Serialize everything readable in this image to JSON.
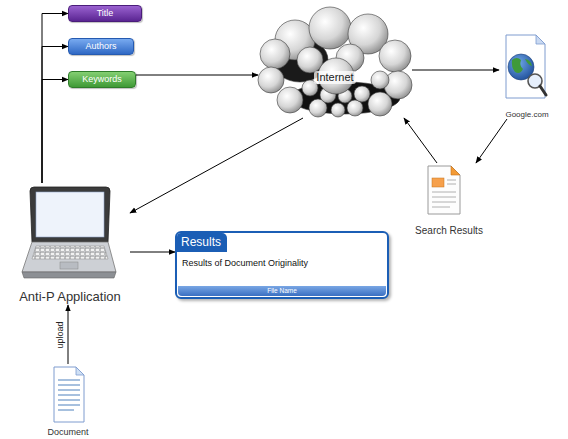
{
  "diagram": {
    "nodes": [
      {
        "text": [
          "Title"
        ]
      },
      {
        "text": [
          "Authors"
        ]
      },
      {
        "text": [
          "Keywords"
        ]
      },
      {
        "text": [
          "Internet"
        ]
      },
      {
        "text": [
          "Google.com"
        ]
      },
      {
        "text": [
          "Search Results"
        ]
      },
      {
        "text": [
          "Anti-P Application"
        ]
      },
      {
        "text": [
          "Results",
          "Results of Document Originality",
          "File Name"
        ]
      },
      {
        "text": [
          "Document"
        ]
      }
    ],
    "edges": [
      {
        "from": 6,
        "to": 0,
        "arrow": "to"
      },
      {
        "from": 6,
        "to": 1,
        "arrow": "to"
      },
      {
        "from": 6,
        "to": 2,
        "arrow": "to"
      },
      {
        "from": 2,
        "to": 3,
        "arrow": "to"
      },
      {
        "from": 3,
        "to": 4,
        "arrow": "to"
      },
      {
        "from": 4,
        "to": 5,
        "arrow": "to"
      },
      {
        "from": 5,
        "to": 3,
        "arrow": "to"
      },
      {
        "from": 3,
        "to": 6,
        "arrow": "to"
      },
      {
        "from": 6,
        "to": 7,
        "arrow": "to"
      },
      {
        "from": 8,
        "to": 6,
        "label": "upload",
        "arrow": "to"
      }
    ]
  }
}
